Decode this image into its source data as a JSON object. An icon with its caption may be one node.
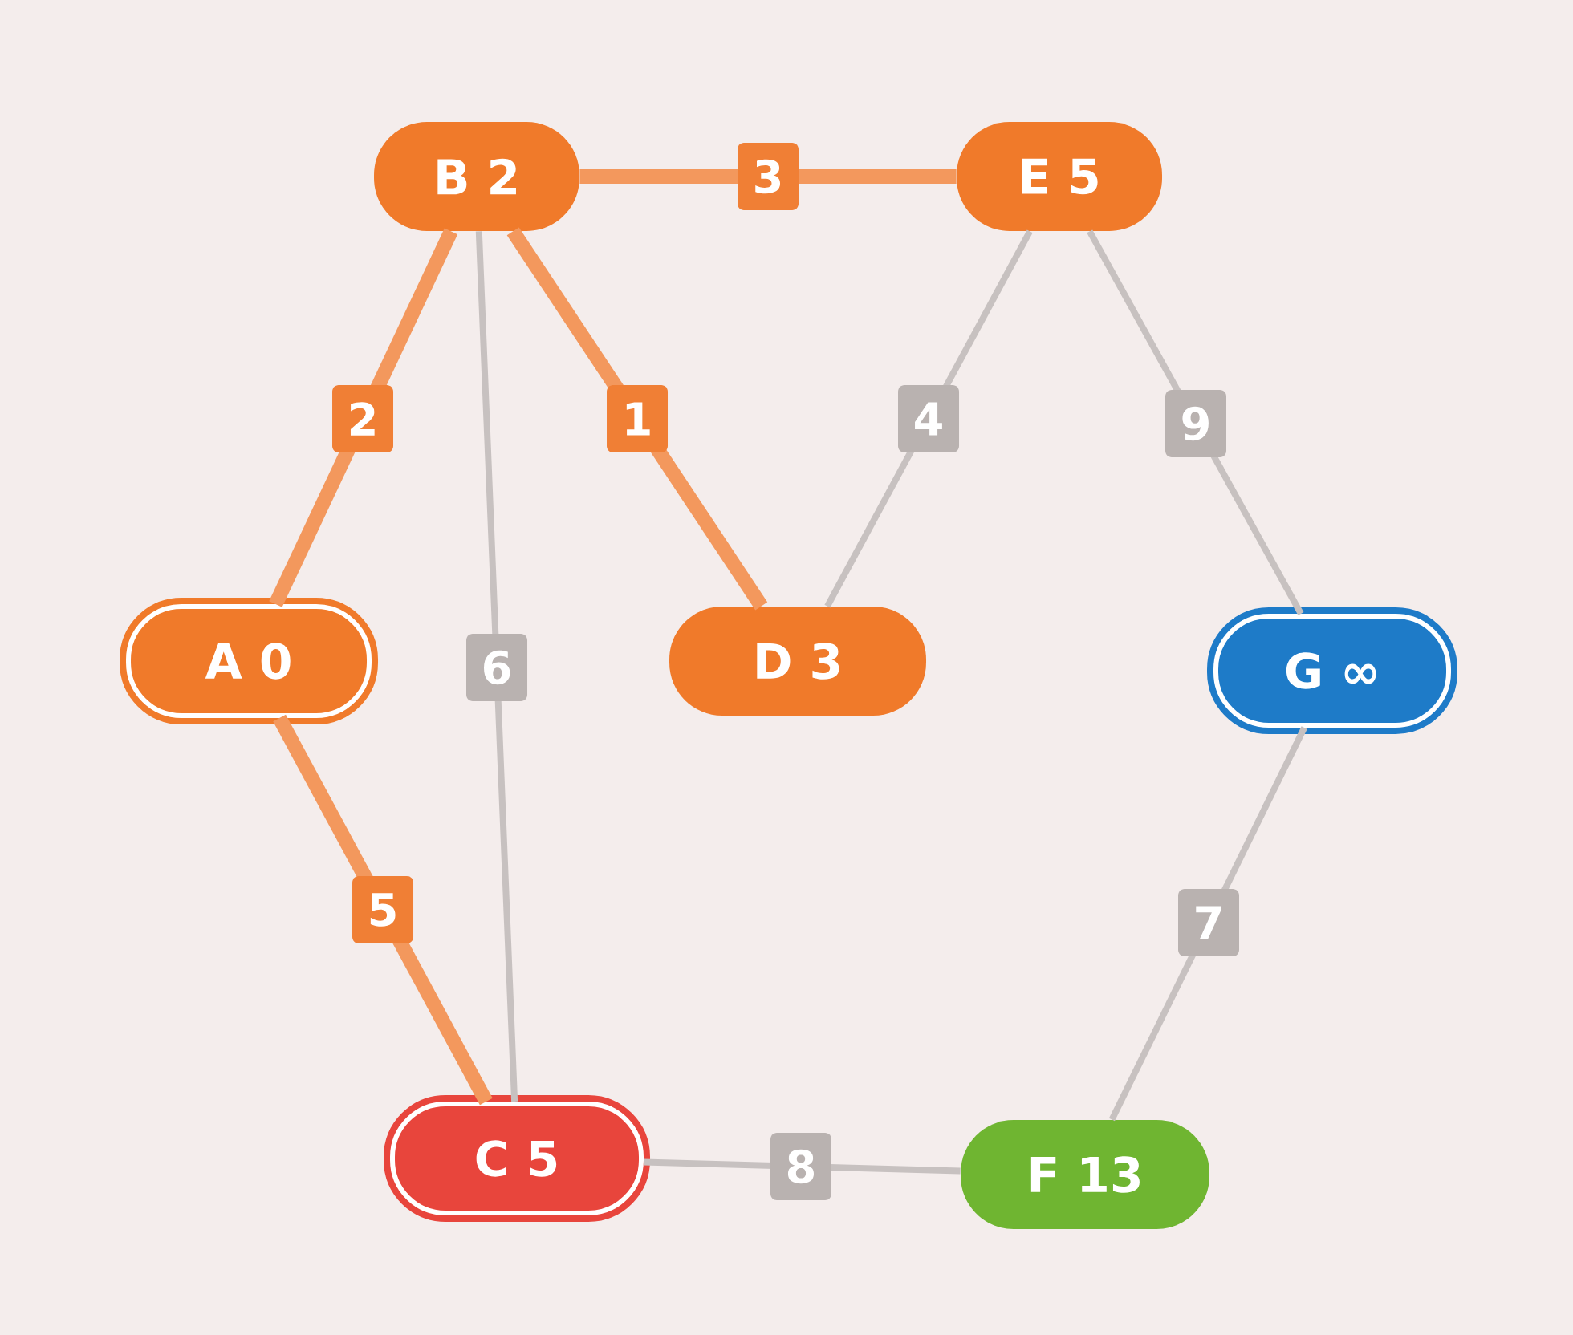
{
  "diagram": {
    "nodes": [
      {
        "text": [
          "B 2"
        ]
      },
      {
        "text": [
          "E 5"
        ]
      },
      {
        "text": [
          "A 0"
        ]
      },
      {
        "text": [
          "D 3"
        ]
      },
      {
        "text": [
          "G ∞"
        ]
      },
      {
        "text": [
          "C 5"
        ]
      },
      {
        "text": [
          "F 13"
        ]
      }
    ],
    "edges": [
      {
        "from": 0,
        "to": 1,
        "arrow": "none",
        "label": "3",
        "style": "thick",
        "color": "#f07f35"
      },
      {
        "from": 0,
        "to": 2,
        "arrow": "none",
        "label": "2",
        "style": "thick",
        "color": "#f07f35"
      },
      {
        "from": 0,
        "to": 3,
        "arrow": "none",
        "label": "1",
        "style": "thick",
        "color": "#f07f35"
      },
      {
        "from": 1,
        "to": 3,
        "arrow": "none",
        "label": "4"
      },
      {
        "from": 1,
        "to": 4,
        "arrow": "none",
        "label": "9"
      },
      {
        "from": 0,
        "to": 5,
        "arrow": "none",
        "label": "6"
      },
      {
        "from": 2,
        "to": 5,
        "arrow": "none",
        "label": "5",
        "style": "thick",
        "color": "#f07f35"
      },
      {
        "from": 4,
        "to": 6,
        "arrow": "none",
        "label": "7"
      },
      {
        "from": 5,
        "to": 6,
        "arrow": "none",
        "label": "8"
      }
    ]
  }
}
